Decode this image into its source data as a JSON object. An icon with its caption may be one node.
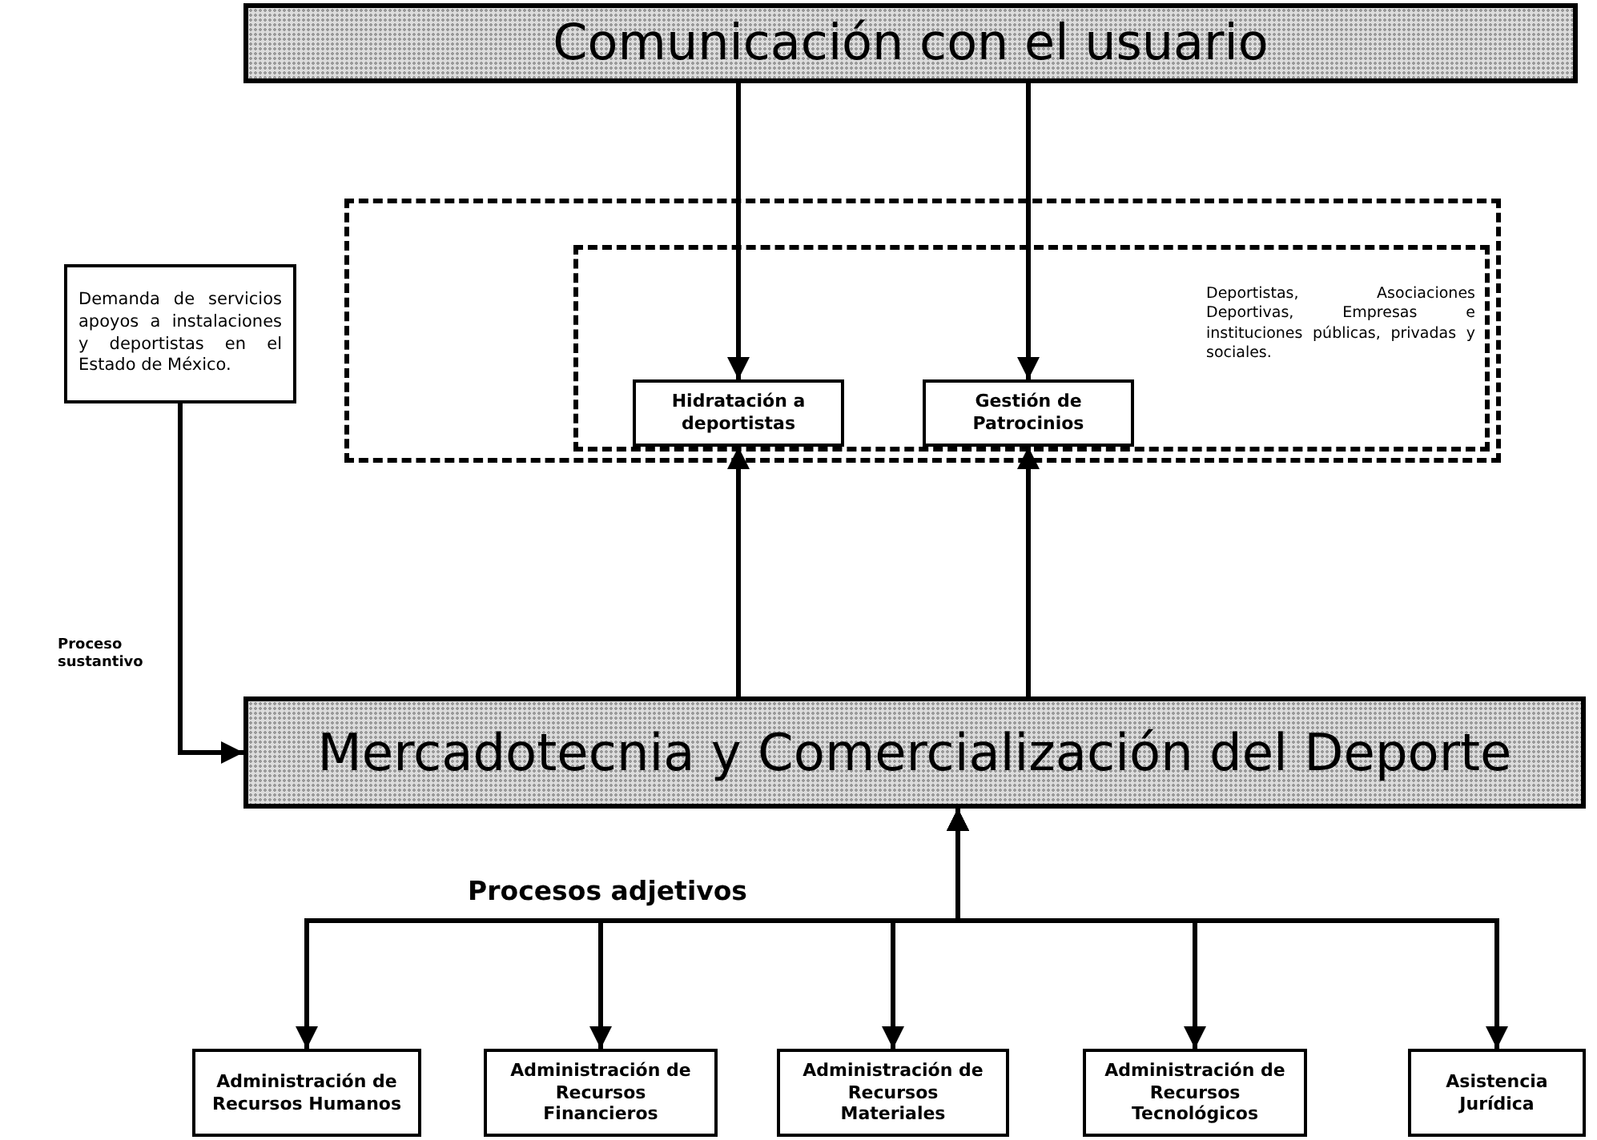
{
  "diagram": {
    "nodes": [
      {
        "text": [
          "Comunicación con el usuario"
        ]
      },
      {
        "text": [],
        "shape": "box"
      },
      {
        "text": [
          "Deportistas, Asociaciones Deportivas, Empresas e instituciones públicas, privadas y sociales."
        ],
        "in": 1
      },
      {
        "text": [
          "Hidratación a deportistas"
        ],
        "in": 2
      },
      {
        "text": [
          "Gestión de Patrocinios"
        ],
        "in": 2
      },
      {
        "text": [
          "Demanda de servicios apoyos a instalaciones y deportistas en el Estado de México."
        ]
      },
      {
        "text": [
          "Mercadotecnia y Comercialización del Deporte"
        ]
      },
      {
        "text": [
          "Administración de Recursos Humanos"
        ]
      },
      {
        "text": [
          "Administración de Recursos Financieros"
        ]
      },
      {
        "text": [
          "Administración de Recursos Materiales"
        ]
      },
      {
        "text": [
          "Administración de Recursos Tecnológicos"
        ]
      },
      {
        "text": [
          "Asistencia Jurídica"
        ]
      }
    ],
    "edges": [
      {
        "from": 0,
        "to": 3,
        "arrow": "to"
      },
      {
        "from": 0,
        "to": 4,
        "arrow": "to"
      },
      {
        "from": 6,
        "to": 3,
        "arrow": "to"
      },
      {
        "from": 6,
        "to": 4,
        "arrow": "to"
      },
      {
        "from": 5,
        "to": 6,
        "arrow": "to"
      },
      {
        "from": 6,
        "to": 7,
        "arrow": "both"
      },
      {
        "from": 6,
        "to": 8,
        "arrow": "both"
      },
      {
        "from": 6,
        "to": 9,
        "arrow": "both"
      },
      {
        "from": 6,
        "to": 10,
        "arrow": "both"
      },
      {
        "from": 6,
        "to": 11,
        "arrow": "both"
      }
    ],
    "labels": [
      "Proceso sustantivo",
      "Procesos adjetivos"
    ]
  }
}
